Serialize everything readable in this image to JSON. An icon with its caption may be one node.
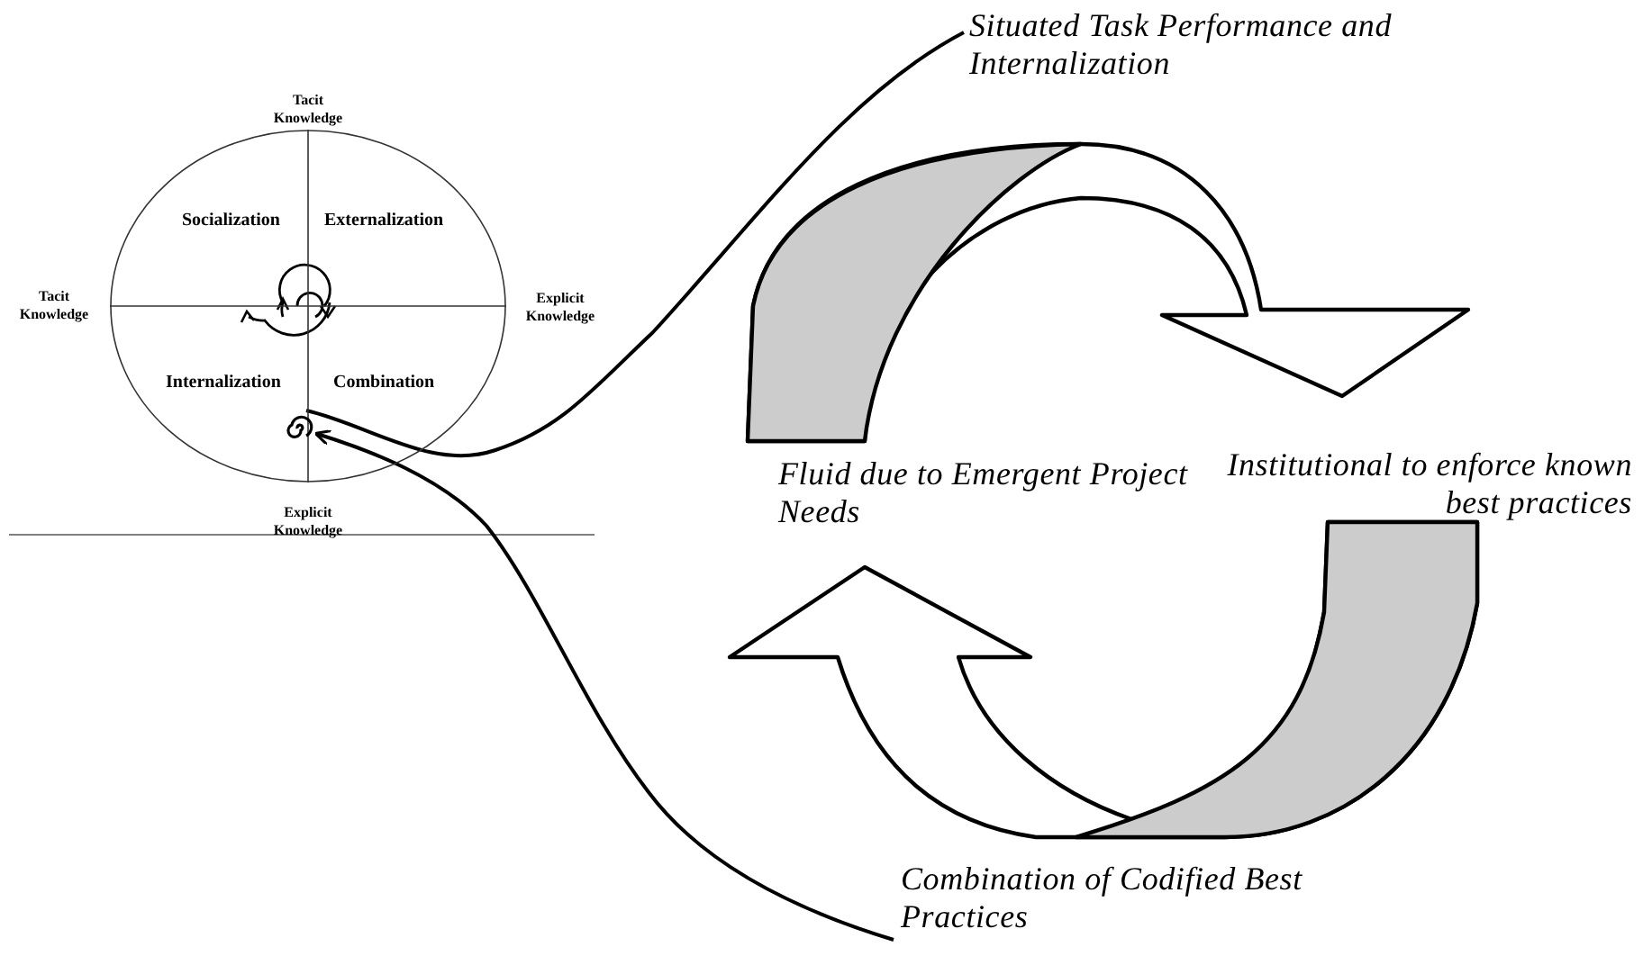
{
  "diagram": {
    "nodes": [
      {
        "text": [
          "Socialization",
          "Externalization",
          "Internalization",
          "Combination"
        ]
      },
      {
        "text": [],
        "shape": "spiral",
        "in": 0
      },
      {
        "text": [
          "Situated Task Performance and Internalization"
        ]
      },
      {
        "text": [
          "Combination of Codified Best Practices"
        ]
      }
    ],
    "edges": [
      {
        "from": 1,
        "to": 2,
        "arrow": "none"
      },
      {
        "from": 3,
        "to": 1,
        "arrow": "to"
      }
    ],
    "labels": [
      "Tacit Knowledge",
      "Tacit Knowledge",
      "Explicit Knowledge",
      "Explicit Knowledge",
      "Fluid due to Emergent Project Needs",
      "Institutional to enforce known best practices"
    ]
  }
}
